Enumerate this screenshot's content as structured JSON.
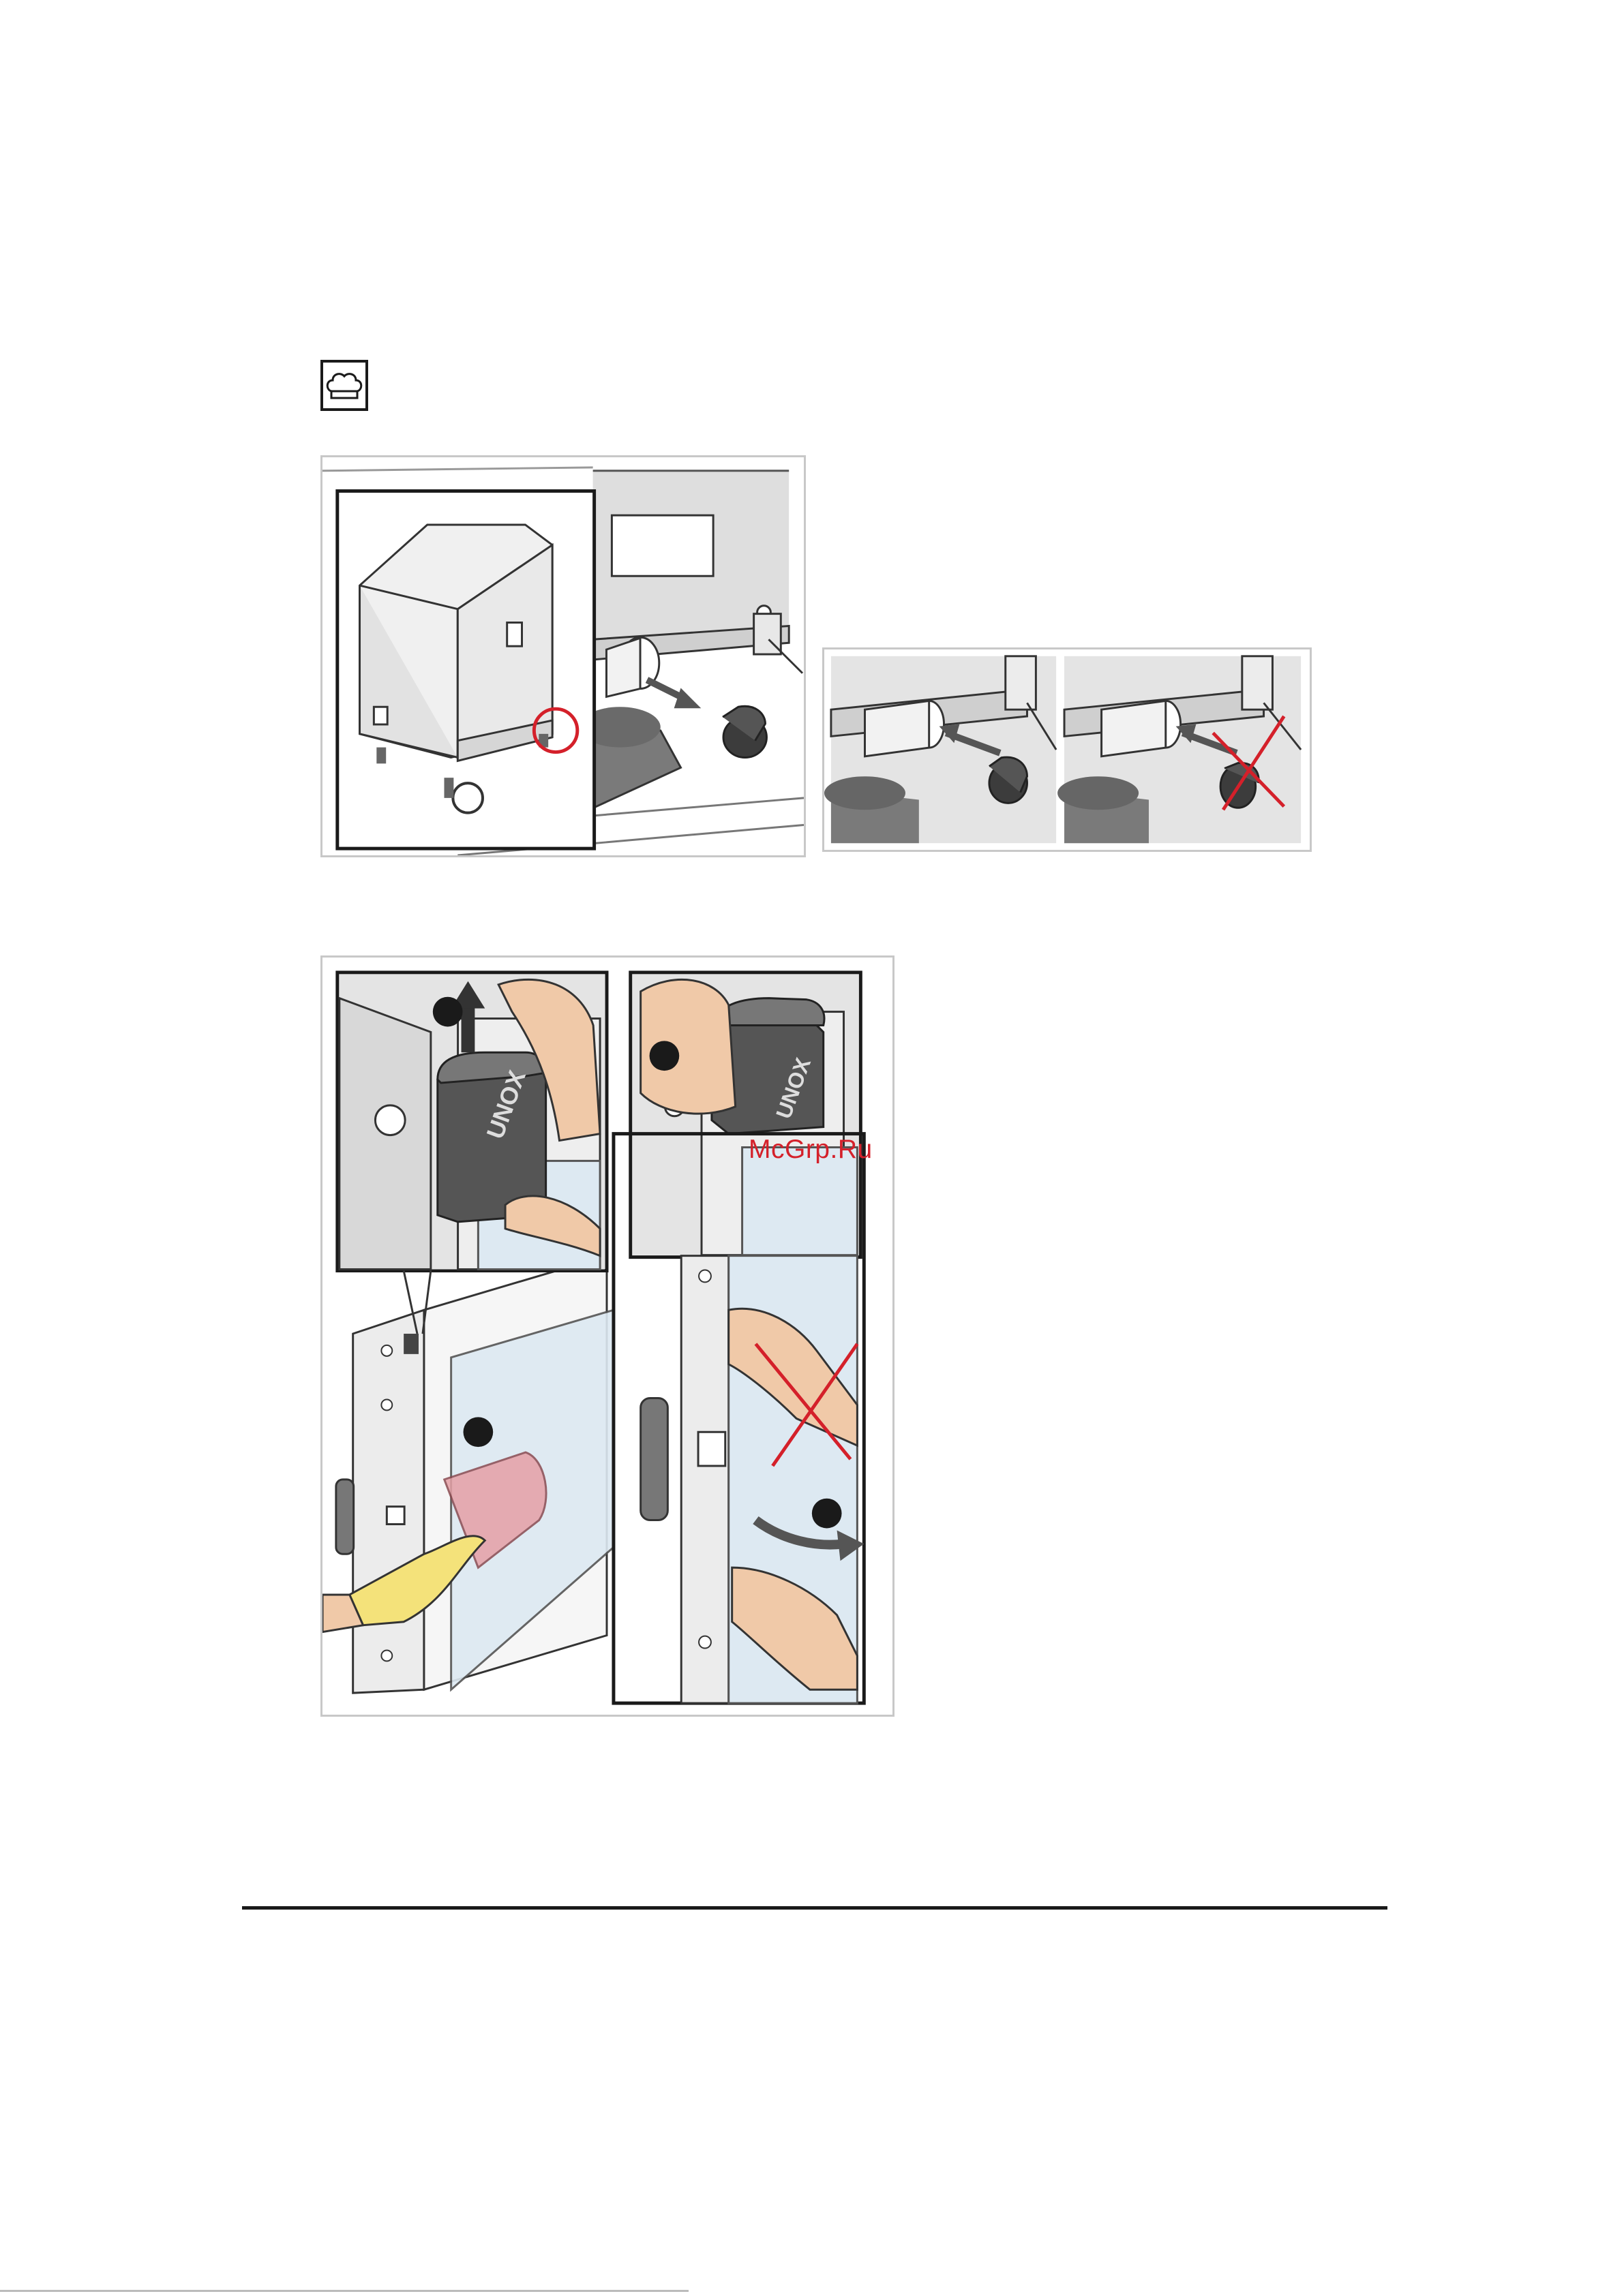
{
  "page": {
    "watermark": "McGrp.Ru"
  },
  "figures": {
    "fig1_logo": "UNOX",
    "fig2_logo": "UNOX"
  },
  "colors": {
    "warning_red": "#d4202a",
    "frame_gray": "#c8c8c8",
    "housing_gray": "#dcdcdc",
    "cap_dark": "#3c3c3c",
    "glass_blue": "#dde9f2",
    "glove_yellow": "#f4e27a",
    "cloth_pink": "#e5a0a6"
  },
  "icons": {
    "header_icon": "chef-hat-icon"
  }
}
